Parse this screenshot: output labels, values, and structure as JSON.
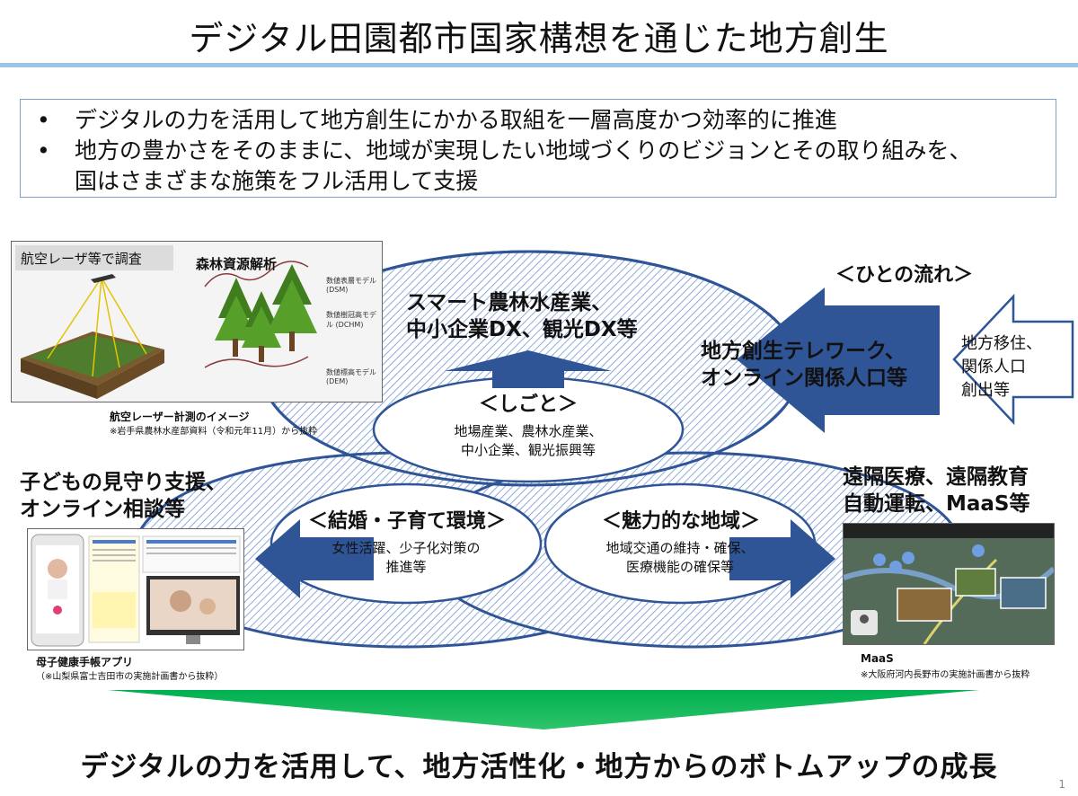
{
  "title": "デジタル田園都市国家構想を通じた地方創生",
  "summary": {
    "bullets": [
      "デジタルの力を活用して地方創生にかかる取組を一層高度かつ効率的に推進",
      "地方の豊かさをそのままに、地域が実現したい地域づくりのビジョンとその取り組みを、",
      "国はさまざまな施策をフル活用して支援"
    ]
  },
  "forest_panel": {
    "survey_label": "航空レーザ等で調査",
    "analysis_label": "森林資源解析",
    "model_labels": [
      "数値表層モデル (DSM)",
      "数値樹冠高モデル (DCHM)",
      "数値標高モデル (DEM)"
    ],
    "caption": "航空レーザー計測のイメージ",
    "caption_note": "※岩手県農林水産部資料（令和元年11月）から抜粋"
  },
  "work": {
    "headline_line1": "スマート農林水産業、",
    "headline_line2": "中小企業DX、観光DX等",
    "oval_title": "＜しごと＞",
    "oval_line1": "地場産業、農林水産業、",
    "oval_line2": "中小企業、観光振興等"
  },
  "people": {
    "header": "＜ひとの流れ＞",
    "arrow_line1": "地方創生テレワーク、",
    "arrow_line2": "オンライン関係人口等",
    "small_line1": "地方移住、",
    "small_line2": "関係人口",
    "small_line3": "創出等"
  },
  "family": {
    "headline_line1": "子どもの見守り支援、",
    "headline_line2": "オンライン相談等",
    "oval_title": "＜結婚・子育て環境＞",
    "oval_line1": "女性活躍、少子化対策の",
    "oval_line2": "推進等",
    "caption": "母子健康手帳アプリ",
    "caption_note": "（※山梨県富士吉田市の実施計画書から抜粋）"
  },
  "region": {
    "headline_line1": "遠隔医療、遠隔教育",
    "headline_line2": "自動運転、MaaS等",
    "oval_title": "＜魅力的な地域＞",
    "oval_line1": "地域交通の維持・確保、",
    "oval_line2": "医療機能の確保等",
    "caption": "MaaS",
    "caption_note": "※大阪府河内長野市の実施計画書から抜粋"
  },
  "bottom_text": "デジタルの力を活用して、地方活性化・地方からのボトムアップの成長",
  "page_number": "1",
  "colors": {
    "navy": "#2f5597",
    "green": "#00b050",
    "rule": "#9dc3e6",
    "hatch": "#8eaadb"
  }
}
